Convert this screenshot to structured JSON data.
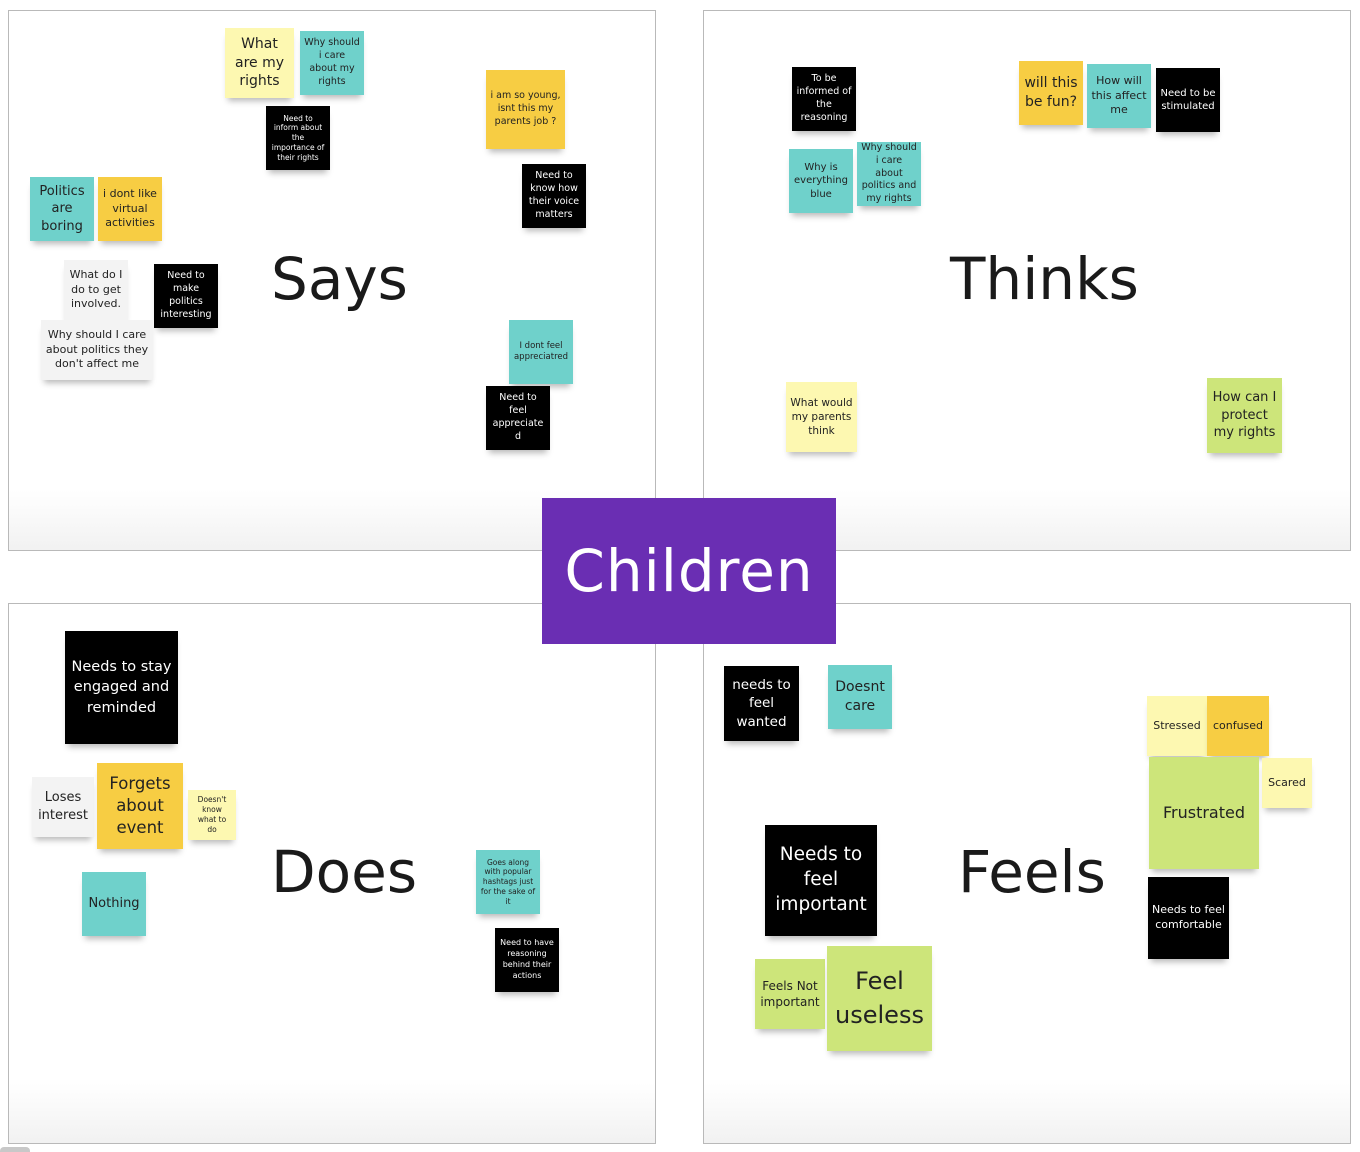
{
  "title": "Children",
  "colors": {
    "center": "#6a2eb3",
    "black": "#000000",
    "teal": "#6fd1cb",
    "yellow": "#f7cd43",
    "light_yellow": "#fdf8b1",
    "green": "#cde57a",
    "white": "#f3f3f3"
  },
  "quadrants": [
    {
      "key": "says",
      "label": "Says"
    },
    {
      "key": "thinks",
      "label": "Thinks"
    },
    {
      "key": "does",
      "label": "Does"
    },
    {
      "key": "feels",
      "label": "Feels"
    }
  ],
  "notes": {
    "says": [
      {
        "text": "What are my rights",
        "color": "light_yellow"
      },
      {
        "text": "Why should i care about my rights",
        "color": "teal"
      },
      {
        "text": "Need to inform about the importance of their rights",
        "color": "black"
      },
      {
        "text": "i am so young, isnt this my parents job ?",
        "color": "yellow"
      },
      {
        "text": "Need to know how their voice matters",
        "color": "black"
      },
      {
        "text": "Politics are boring",
        "color": "teal"
      },
      {
        "text": "i dont like virtual activities",
        "color": "yellow"
      },
      {
        "text": "What do I do to get involved.",
        "color": "white"
      },
      {
        "text": "Need to make politics interesting",
        "color": "black"
      },
      {
        "text": "Why should I care about politics they don't affect me",
        "color": "white"
      },
      {
        "text": "I dont feel appreciatred",
        "color": "teal"
      },
      {
        "text": "Need to feel appreciated",
        "color": "black"
      }
    ],
    "thinks": [
      {
        "text": "To be informed of the reasoning",
        "color": "black"
      },
      {
        "text": "Why is everything blue",
        "color": "teal"
      },
      {
        "text": "Why should i care about politics and my rights",
        "color": "teal"
      },
      {
        "text": "will this be fun?",
        "color": "yellow"
      },
      {
        "text": "How will this affect me",
        "color": "teal"
      },
      {
        "text": "Need to be stimulated",
        "color": "black"
      },
      {
        "text": "What would my parents think",
        "color": "light_yellow"
      },
      {
        "text": "How can I protect my rights",
        "color": "green"
      }
    ],
    "does": [
      {
        "text": "Needs to stay engaged and reminded",
        "color": "black"
      },
      {
        "text": "Loses interest",
        "color": "white"
      },
      {
        "text": "Forgets about event",
        "color": "yellow"
      },
      {
        "text": "Doesn't know what to do",
        "color": "light_yellow"
      },
      {
        "text": "Nothing",
        "color": "teal"
      },
      {
        "text": "Goes along with popular hashtags just for the sake of it",
        "color": "teal"
      },
      {
        "text": "Need to have reasoning behind their actions",
        "color": "black"
      }
    ],
    "feels": [
      {
        "text": "needs to feel wanted",
        "color": "black"
      },
      {
        "text": "Doesnt care",
        "color": "teal"
      },
      {
        "text": "Stressed",
        "color": "light_yellow"
      },
      {
        "text": "confused",
        "color": "yellow"
      },
      {
        "text": "Scared",
        "color": "light_yellow"
      },
      {
        "text": "Frustrated",
        "color": "green"
      },
      {
        "text": "Needs to feel comfortable",
        "color": "black"
      },
      {
        "text": "Needs to feel important",
        "color": "black"
      },
      {
        "text": "Feels Not important",
        "color": "green"
      },
      {
        "text": "Feel useless",
        "color": "green"
      }
    ]
  }
}
